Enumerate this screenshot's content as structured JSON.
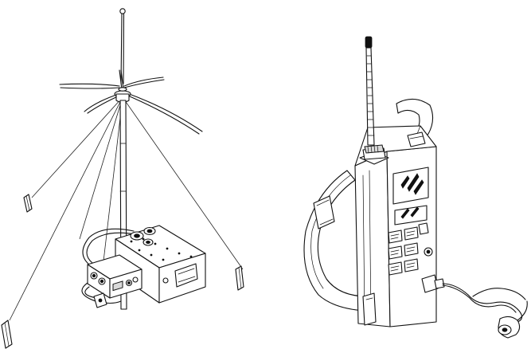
{
  "figure": {
    "panels": [
      {
        "id": "left",
        "subject": "ground-plane-antenna-with-base-station"
      },
      {
        "id": "right",
        "subject": "portable-radio-with-headset"
      }
    ],
    "colors": {
      "line": "#111111",
      "background": "#ffffff"
    }
  }
}
